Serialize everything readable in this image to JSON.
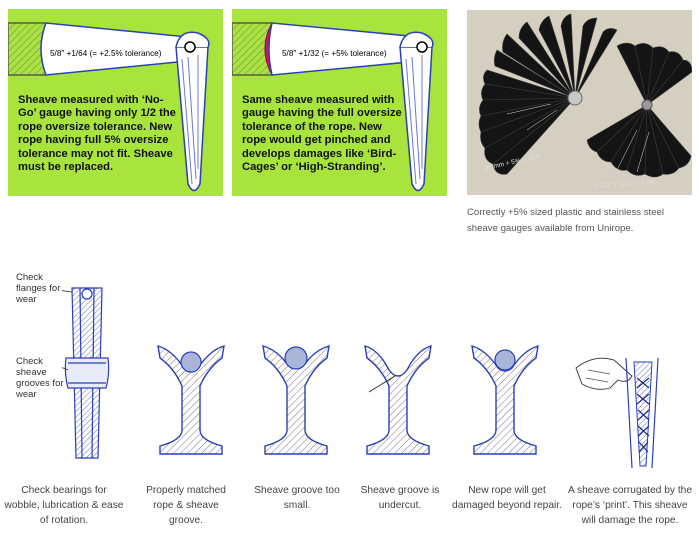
{
  "panels": [
    {
      "tolerance_label": "5/8\" +1/64 (= +2.5% tolerance)",
      "description": "Sheave measured with ‘No-Go’ gauge having only 1/2 the rope oversize tolerance. New rope having full 5% oversize tolerance may not fit. Sheave must be replaced."
    },
    {
      "tolerance_label": "5/8\" +1/32 (= +5% tolerance)",
      "description": "Same sheave measured with gauge having the full oversize tolerance of the rope. New rope would get pinched and develops damages like ‘Bird-Cages’ or ‘High-Stranding’."
    }
  ],
  "photo": {
    "gauge_labels": [
      "1-1/2\" + 1/16\" = 1.56\"",
      "32 mm + 5% = 33.6"
    ],
    "caption": "Correctly +5% sized plastic and stainless steel sheave gauges available from Unirope."
  },
  "callouts": {
    "flanges": "Check flanges for wear",
    "grooves": "Check sheave grooves for wear"
  },
  "captions": [
    "Check bearings for wobble, lubrication & ease of rotation.",
    "Properly matched rope & sheave groove.",
    "Sheave groove too small.",
    "Sheave groove is undercut.",
    "New rope will get damaged beyond repair.",
    "A sheave corrugated by the rope’s ‘print’. This sheave will damage the rope."
  ],
  "colors": {
    "panel_green": "#a8e43c",
    "gauge_blue": "#2a3fb8",
    "rope_blue": "#a8b4d8",
    "pinch_red": "#d0145a",
    "photo_gauge_dark": "#141414"
  }
}
